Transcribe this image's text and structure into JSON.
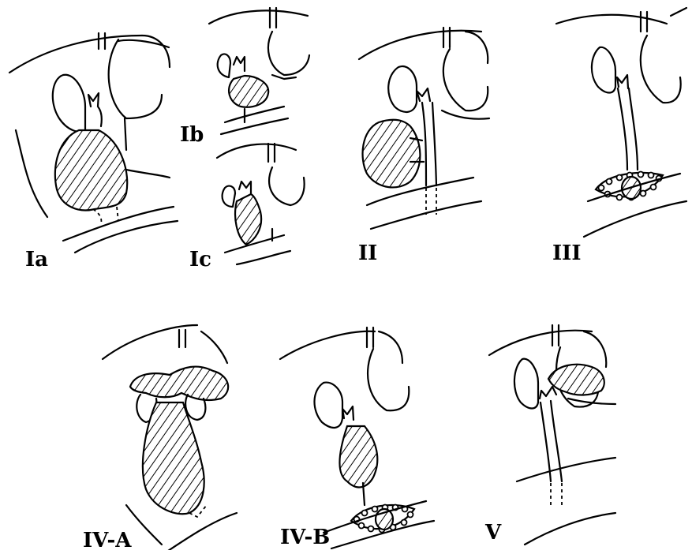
{
  "figure": {
    "labels": {
      "ia": "Ia",
      "ib": "Ib",
      "ic": "Ic",
      "ii": "II",
      "iii": "III",
      "iva": "IV-A",
      "ivb": "IV-B",
      "v": "V"
    }
  }
}
